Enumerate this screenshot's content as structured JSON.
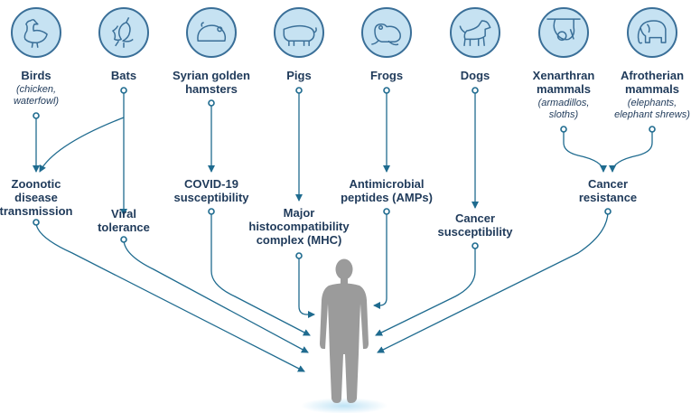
{
  "animals": [
    {
      "name": "Birds",
      "sub": [
        "(chicken,",
        "waterfowl)"
      ],
      "icon": "bird-icon"
    },
    {
      "name": "Bats",
      "sub": [],
      "icon": "bat-icon"
    },
    {
      "name": [
        "Syrian golden",
        "hamsters"
      ],
      "sub": [],
      "icon": "hamster-icon"
    },
    {
      "name": "Pigs",
      "sub": [],
      "icon": "pig-icon"
    },
    {
      "name": "Frogs",
      "sub": [],
      "icon": "frog-icon"
    },
    {
      "name": "Dogs",
      "sub": [],
      "icon": "dog-icon"
    },
    {
      "name": [
        "Xenarthran",
        "mammals"
      ],
      "sub": [
        "(armadillos,",
        "sloths)"
      ],
      "icon": "sloth-icon"
    },
    {
      "name": [
        "Afrotherian",
        "mammals"
      ],
      "sub": [
        "(elephants,",
        "elephant shrews)"
      ],
      "icon": "elephant-icon"
    }
  ],
  "traits": [
    {
      "lines": [
        "Zoonotic",
        "disease",
        "transmission"
      ]
    },
    {
      "lines": [
        "Viral",
        "tolerance"
      ]
    },
    {
      "lines": [
        "COVID-19",
        "susceptibility"
      ]
    },
    {
      "lines": [
        "Major",
        "histocompatibility",
        "complex (MHC)"
      ]
    },
    {
      "lines": [
        "Antimicrobial",
        "peptides (AMPs)"
      ]
    },
    {
      "lines": [
        "Cancer",
        "susceptibility"
      ]
    },
    {
      "lines": [
        "Cancer",
        "resistance"
      ]
    }
  ],
  "colors": {
    "circle_fill": "#c6e2f2",
    "circle_border": "#3a6f98",
    "arrow": "#1f6b8f",
    "text": "#1f3a5a",
    "human": "#9b9b9b",
    "glow": "#bfe3f5"
  },
  "center_icon": "human-silhouette-icon"
}
